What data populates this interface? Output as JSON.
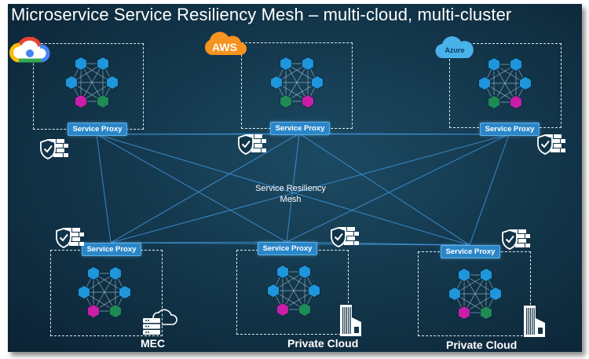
{
  "title": "Microservice Service Resiliency Mesh – multi-cloud, multi-cluster",
  "colors": {
    "service_blue": "#1f95db",
    "service_green": "#1f8a55",
    "service_pink": "#c81ea8",
    "proxy_blue": "#2a86c8",
    "mesh_line": "#3d8fd0"
  },
  "clouds": [
    {
      "icon": "google-cloud-icon",
      "proxy_label": "Service Proxy"
    },
    {
      "icon": "aws-logo-icon",
      "logo_text": "AWS",
      "proxy_label": "Service Proxy"
    },
    {
      "icon": "azure-cloud-icon",
      "logo_text": "Azure",
      "proxy_label": "Service Proxy"
    }
  ],
  "sites": [
    {
      "label": "MEC",
      "icon": "mec-server-cloud-icon",
      "proxy_label": "Service Proxy"
    },
    {
      "label": "Private Cloud",
      "icon": "building-icon",
      "proxy_label": "Service Proxy"
    },
    {
      "label": "Private Cloud",
      "icon": "building-icon",
      "proxy_label": "Service Proxy"
    }
  ],
  "mesh_label": "Service Resiliency Mesh",
  "firewall_icon": "firewall-shield-icon"
}
